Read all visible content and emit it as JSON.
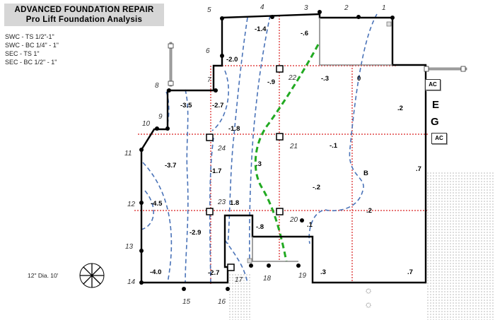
{
  "header": {
    "title": "ADVANCED FOUNDATION REPAIR",
    "subtitle": "Pro Lift Foundation Analysis"
  },
  "legend": [
    "SWC - TS 1/2\"-1\"",
    "SWC - BC 1/4\" - 1\"",
    "SEC - TS 1\"",
    "SEC - BC 1/2\" - 1\""
  ],
  "tree_label": "12\" Dia. 10'",
  "ac_labels": [
    "AC",
    "AC"
  ],
  "eg_labels": [
    "E",
    "G"
  ],
  "corner_numbers": [
    "1",
    "2",
    "3",
    "4",
    "5",
    "6",
    "7",
    "8",
    "9",
    "10",
    "11",
    "12",
    "13",
    "14",
    "15",
    "16",
    "17",
    "18",
    "19",
    "20",
    "21",
    "22",
    "23",
    "24"
  ],
  "elevations": [
    "-1.4",
    "-.6",
    "-2.0",
    "-.9",
    "-.3",
    "0",
    "-3.5",
    "-2.7",
    "-1.8",
    ".2",
    "-.1",
    "-3.7",
    "-1.7",
    ".3",
    "B",
    ".7",
    "-.2",
    "-4.5",
    "1.8",
    ".2",
    "-2.9",
    "-.8",
    ".1",
    "-4.0",
    "-2.7",
    ".3",
    ".7"
  ],
  "colors": {
    "wall": "#000000",
    "contour": "#4a73b8",
    "grid": "#d92020",
    "leak": "#22aa22",
    "hatch": "#888888"
  }
}
